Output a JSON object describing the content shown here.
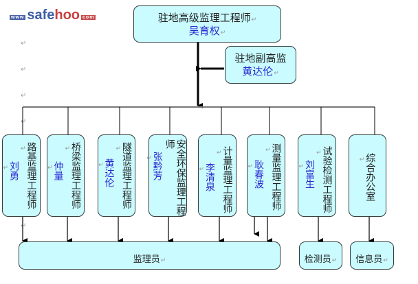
{
  "watermark": {
    "prefix": "www",
    "part1": "safe",
    "part2": "hoo",
    "suffix": "com"
  },
  "top": {
    "title": "驻地高级监理工程师",
    "name": "吴育权"
  },
  "deputy": {
    "title": "驻地副高监",
    "name": "黄达伦"
  },
  "engineers": [
    {
      "role": "路基监理工程师",
      "name": "刘勇"
    },
    {
      "role": "桥梁监理工程师",
      "name": "仲量"
    },
    {
      "role": "隧道监理工程师",
      "name": "黄达伦"
    },
    {
      "role": "安全环保监理工程师",
      "name": "张黔芳"
    },
    {
      "role": "计量监理工程师",
      "name": "李清泉"
    },
    {
      "role": "测量监理工程师",
      "name": "耿春波"
    },
    {
      "role": "试验检测工程师",
      "name": "刘富生"
    },
    {
      "role": "综合办公室",
      "name": ""
    }
  ],
  "bottom": {
    "supervisors": "监理员",
    "inspectors": "检测员",
    "info_staff": "信息员"
  },
  "paragraph_mark": "↵",
  "colors": {
    "box_fill": "#c9fbff",
    "box_border": "#333d3d",
    "name_text": "#2a2ad0",
    "connector": "#000000",
    "bus_line": "#777777"
  }
}
